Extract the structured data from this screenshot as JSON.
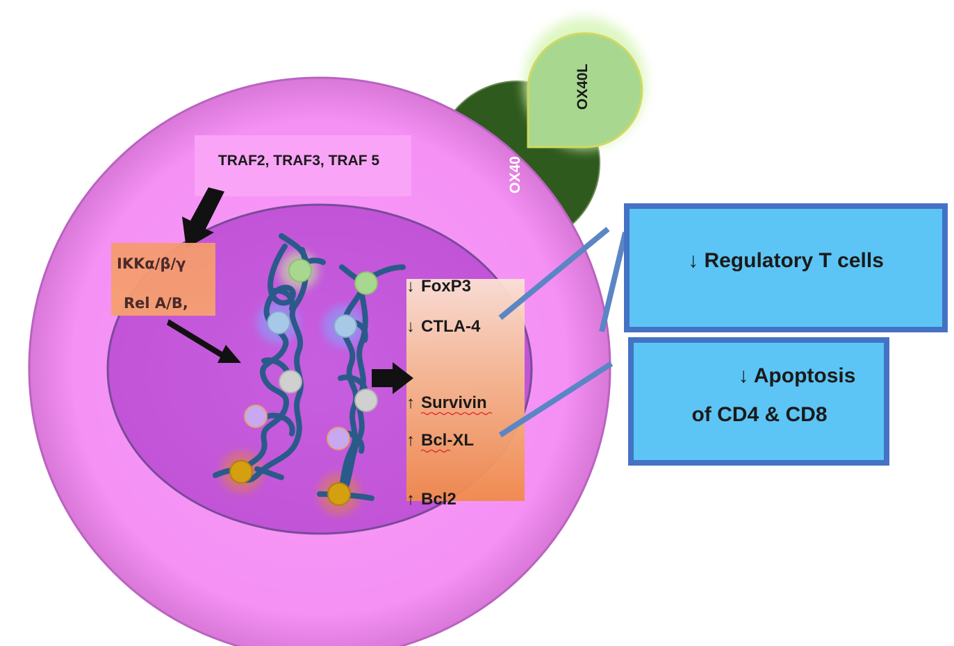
{
  "receptor": {
    "ox40": "OX40",
    "ox40l": "OX40L"
  },
  "adaptors": {
    "traf": "TRAF2, TRAF3, TRAF 5"
  },
  "nfkb": {
    "ikk": "IKKα/β/γ",
    "rel": "Rel A/B,"
  },
  "genes": [
    {
      "arrow": "↓",
      "name": "FoxP3"
    },
    {
      "arrow": "↓",
      "name": "CTLA-4"
    },
    {
      "arrow": "↑",
      "name": "Survivin"
    },
    {
      "arrow": "↑",
      "name": "Bcl-XL"
    },
    {
      "arrow": "↑",
      "name": "Bcl2"
    }
  ],
  "outcomes": {
    "treg": "↓ Regulatory T cells",
    "apoptosis_line1": "↓ Apoptosis",
    "apoptosis_line2": "of CD4 & CD8"
  },
  "colors": {
    "cell": "#f58ff5",
    "nucleus": "#c95ad9",
    "ox40": "#2f5a1d",
    "ox40l": "#a8d890",
    "box_fill": "#5cc5f5",
    "box_border": "#4472c4",
    "chromosome": "#2a5a8a"
  }
}
